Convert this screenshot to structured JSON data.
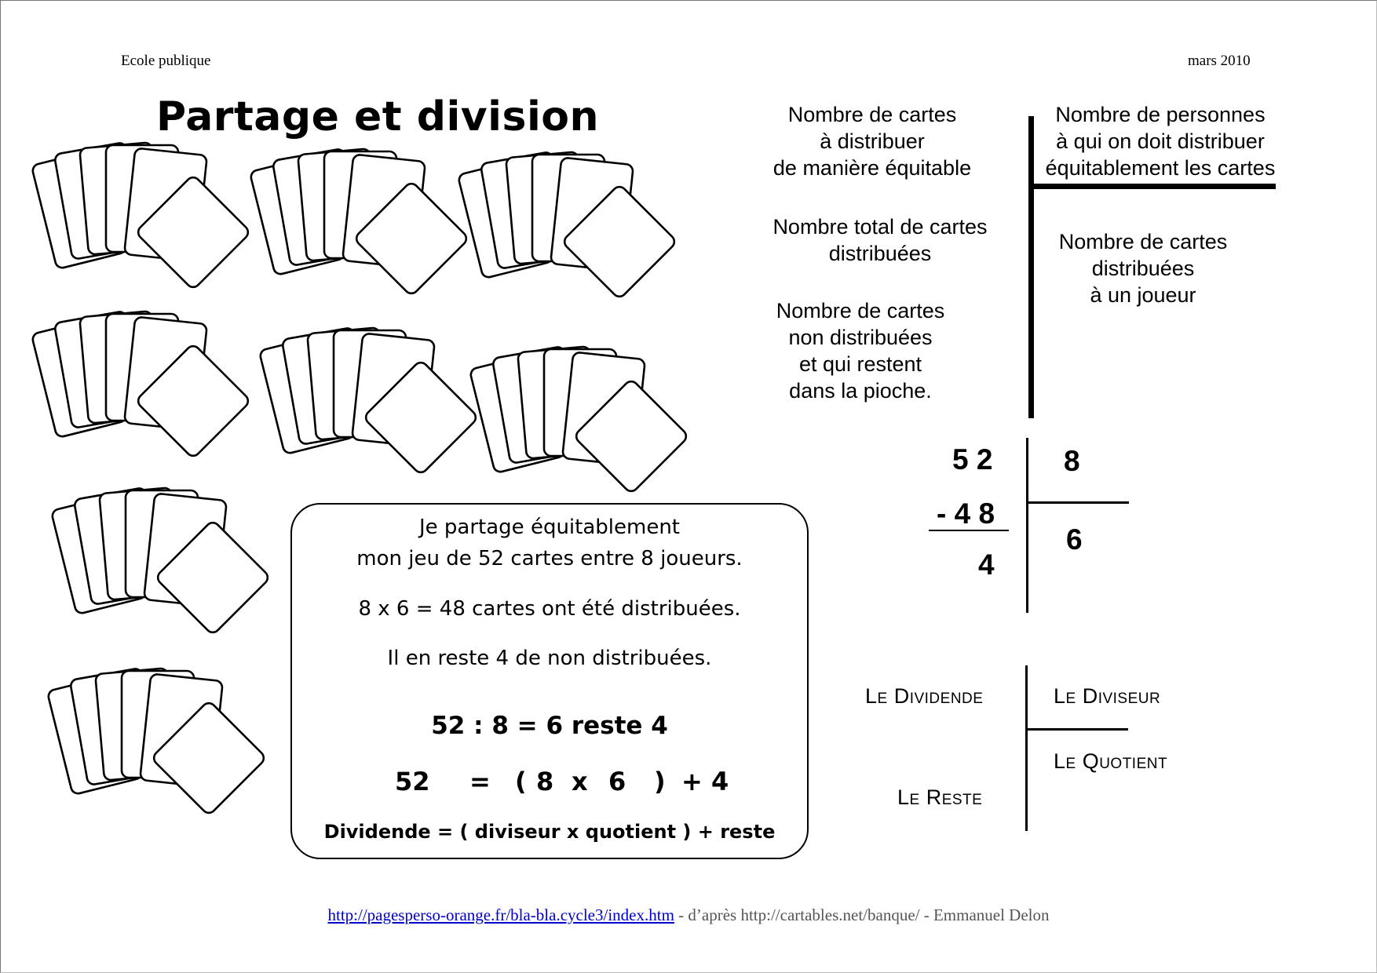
{
  "header": {
    "school": "Ecole publique",
    "date": "mars 2010"
  },
  "title": "Partage et division",
  "scheme": {
    "dividend_label": "Nombre de cartes\nà distribuer\nde manière équitable",
    "divisor_label": "Nombre de personnes\nà qui on doit distribuer\néquitablement les cartes",
    "product_label": "Nombre total de cartes\ndistribuées",
    "quotient_label": "Nombre de cartes\ndistribuées\nà un joueur",
    "remainder_label": "Nombre de cartes\nnon distribuées\net qui restent\ndans la pioche."
  },
  "division": {
    "dividend": "5 2",
    "divisor": "8",
    "subtract": "- 4 8",
    "quotient": "6",
    "remainder": "4"
  },
  "terms": {
    "dividend": "Le Dividende",
    "divisor": "Le Diviseur",
    "quotient": "Le Quotient",
    "remainder": "Le Reste"
  },
  "box": {
    "line1": "Je partage équitablement",
    "line2": "mon jeu de 52 cartes entre 8 joueurs.",
    "line3": "8 x 6 = 48 cartes ont été distribuées.",
    "line4": "Il en reste 4 de non distribuées.",
    "line5": "52 : 8 = 6 reste 4",
    "eq_a": "52",
    "eq_eq": "=",
    "eq_open": "(",
    "eq_b": "8",
    "eq_x": "x",
    "eq_c": "6",
    "eq_close": ")",
    "eq_plus": "+ 4",
    "formula": "Dividende = ( diviseur x quotient ) + reste"
  },
  "footer": {
    "link": "http://pagesperso-orange.fr/bla-bla.cycle3/index.htm",
    "rest": " - d’après http://cartables.net/banque/ - Emmanuel Delon"
  }
}
